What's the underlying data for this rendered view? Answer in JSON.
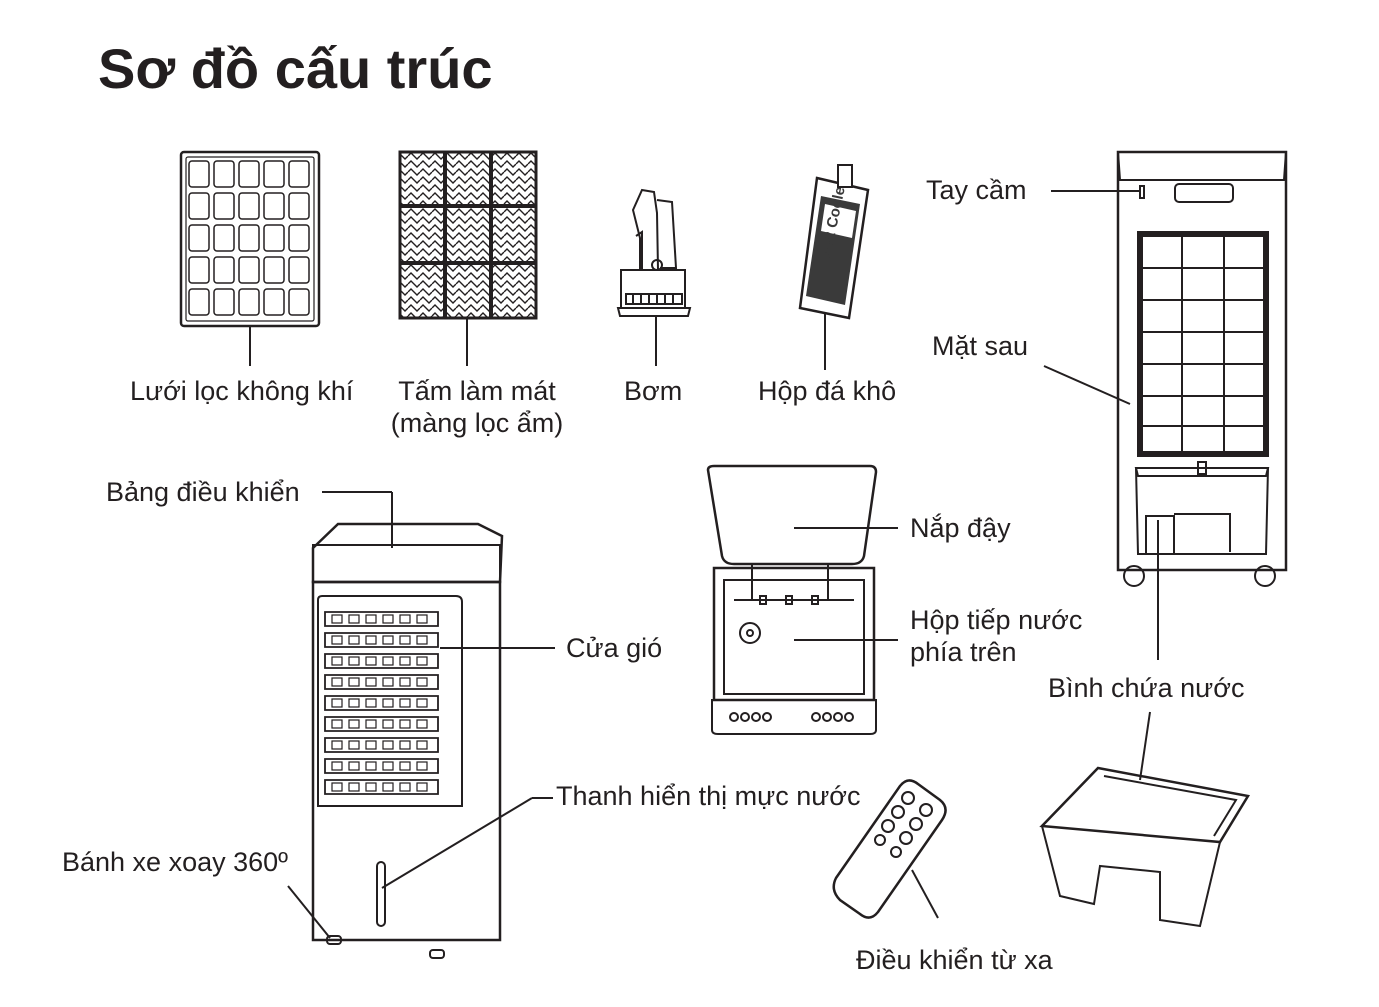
{
  "title": "Sơ đồ cấu trúc",
  "labels": {
    "air_filter": "Lưới lọc không khí",
    "cooling_pad_line1": "Tấm làm mát",
    "cooling_pad_line2": "(màng lọc ẩm)",
    "pump": "Bơm",
    "ice_box": "Hộp đá khô",
    "handle": "Tay cầm",
    "back_panel": "Mặt sau",
    "control_panel": "Bảng điều khiển",
    "louver": "Cửa gió",
    "water_level_bar": "Thanh hiển thị mực nước",
    "wheels": "Bánh xe xoay 360º",
    "lid": "Nắp đậy",
    "top_fill_line1": "Hộp tiếp nước",
    "top_fill_line2": "phía trên",
    "water_tank": "Bình chứa nước",
    "remote": "Điều khiển từ xa"
  },
  "ice_box_text": "AIR Cooler",
  "colors": {
    "ink": "#231f20",
    "background": "#ffffff"
  }
}
